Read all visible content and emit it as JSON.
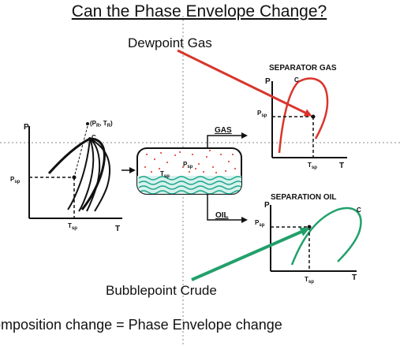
{
  "title": "Can the Phase Envelope Change?",
  "labels": {
    "dewpoint_gas": "Dewpoint Gas",
    "bubblepoint_crude": "Bubblepoint Crude",
    "bottom_text": "omposition change = Phase Envelope change"
  },
  "left_diagram": {
    "p_axis": "P",
    "t_axis": "T",
    "reservoir_point": "(P",
    "reservoir_point_sub": "R",
    "reservoir_point_mid": ", T",
    "reservoir_point_sub2": "R",
    "reservoir_point_end": ")",
    "critical": "C",
    "psp": "P",
    "psp_sub": "sp",
    "tsp": "T",
    "tsp_sub": "sp"
  },
  "separator": {
    "psp": "P",
    "psp_sub": "sp",
    "tsp": "T",
    "tsp_sub": "sp",
    "gas_label": "GAS",
    "oil_label": "OIL"
  },
  "gas_diagram": {
    "title": "SEPARATOR GAS",
    "p_axis": "P",
    "t_axis": "T",
    "critical": "C",
    "psp": "P",
    "psp_sub": "sp",
    "tsp": "T",
    "tsp_sub": "sp"
  },
  "oil_diagram": {
    "title": "SEPARATION OIL",
    "p_axis": "P",
    "t_axis": "T",
    "critical": "C",
    "psp": "P",
    "psp_sub": "sp",
    "tsp": "T",
    "tsp_sub": "sp"
  },
  "colors": {
    "red_arrow": "#d9352b",
    "green_arrow": "#22a06b",
    "gas_dots": "#e0504a",
    "oil_liquid": "#1fa890"
  }
}
